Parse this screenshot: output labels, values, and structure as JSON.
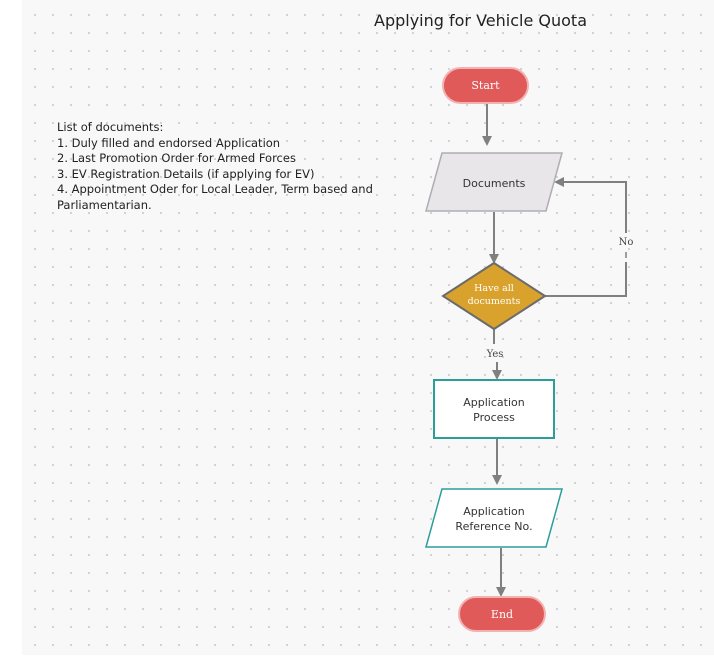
{
  "title": "Applying for Vehicle Quota",
  "notes": {
    "heading": "List of documents:",
    "items": [
      "1. Duly filled and endorsed Application",
      "2. Last Promotion Order for Armed Forces",
      "3. EV Registration Details (if applying for EV)",
      "4. Appointment Oder for Local Leader,  Term based and Parliamentarian."
    ]
  },
  "flow": {
    "start": "Start",
    "documents": "Documents",
    "decision_line1": "Have all",
    "decision_line2": "documents",
    "no_label": "No",
    "yes_label": "Yes",
    "process_line1": "Application",
    "process_line2": "Process",
    "reference_line1": "Application",
    "reference_line2": "Reference No.",
    "end": "End"
  },
  "colors": {
    "terminal_fill": "#e05a5a",
    "terminal_stroke": "#f3b2b2",
    "documents_fill": "#e8e6e9",
    "documents_stroke": "#b0adb2",
    "decision_fill": "#d9a22c",
    "decision_stroke": "#6b6b6b",
    "process_stroke": "#2b9e9a",
    "connector": "#808080"
  }
}
